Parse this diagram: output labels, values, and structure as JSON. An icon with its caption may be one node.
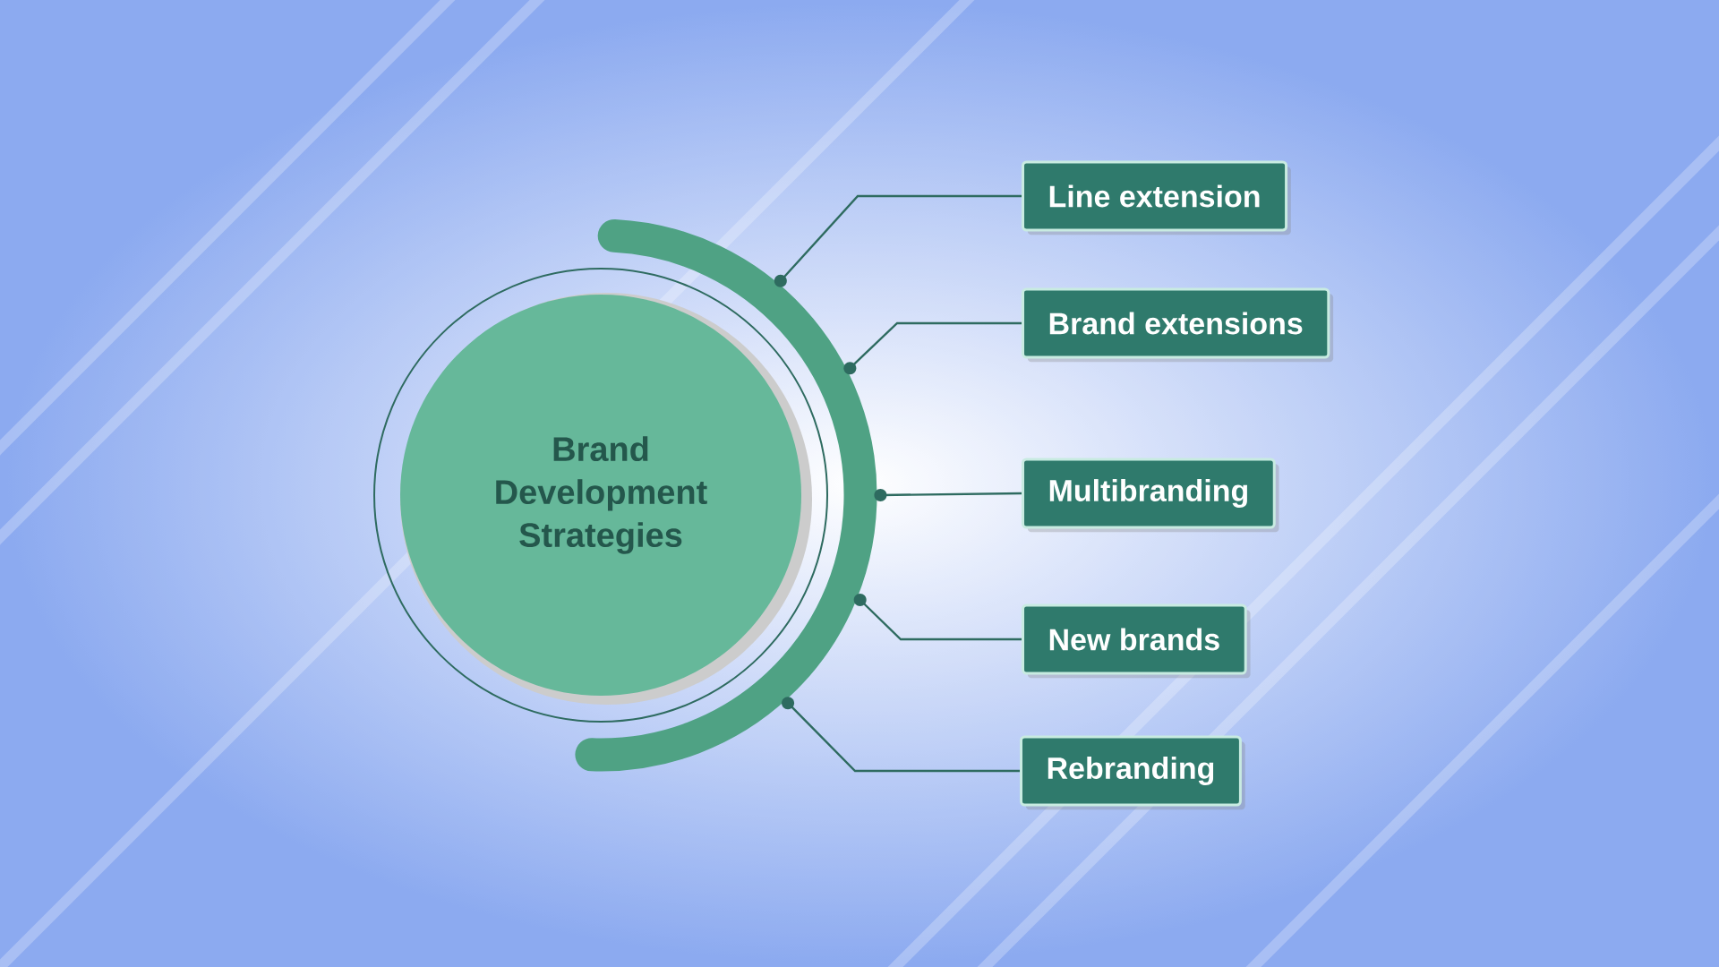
{
  "diagram": {
    "nodes": [
      {
        "text": [
          "Brand Development Strategies"
        ]
      },
      {
        "text": [
          "Line extension"
        ]
      },
      {
        "text": [
          "Brand extensions"
        ]
      },
      {
        "text": [
          "Multibranding"
        ]
      },
      {
        "text": [
          "New brands"
        ]
      },
      {
        "text": [
          "Rebranding"
        ]
      }
    ],
    "edges": [
      {
        "from": 0,
        "to": 1,
        "arrow": "other"
      },
      {
        "from": 0,
        "to": 2,
        "arrow": "other"
      },
      {
        "from": 0,
        "to": 3,
        "arrow": "other"
      },
      {
        "from": 0,
        "to": 4,
        "arrow": "other"
      },
      {
        "from": 0,
        "to": 5,
        "arrow": "other"
      }
    ]
  }
}
